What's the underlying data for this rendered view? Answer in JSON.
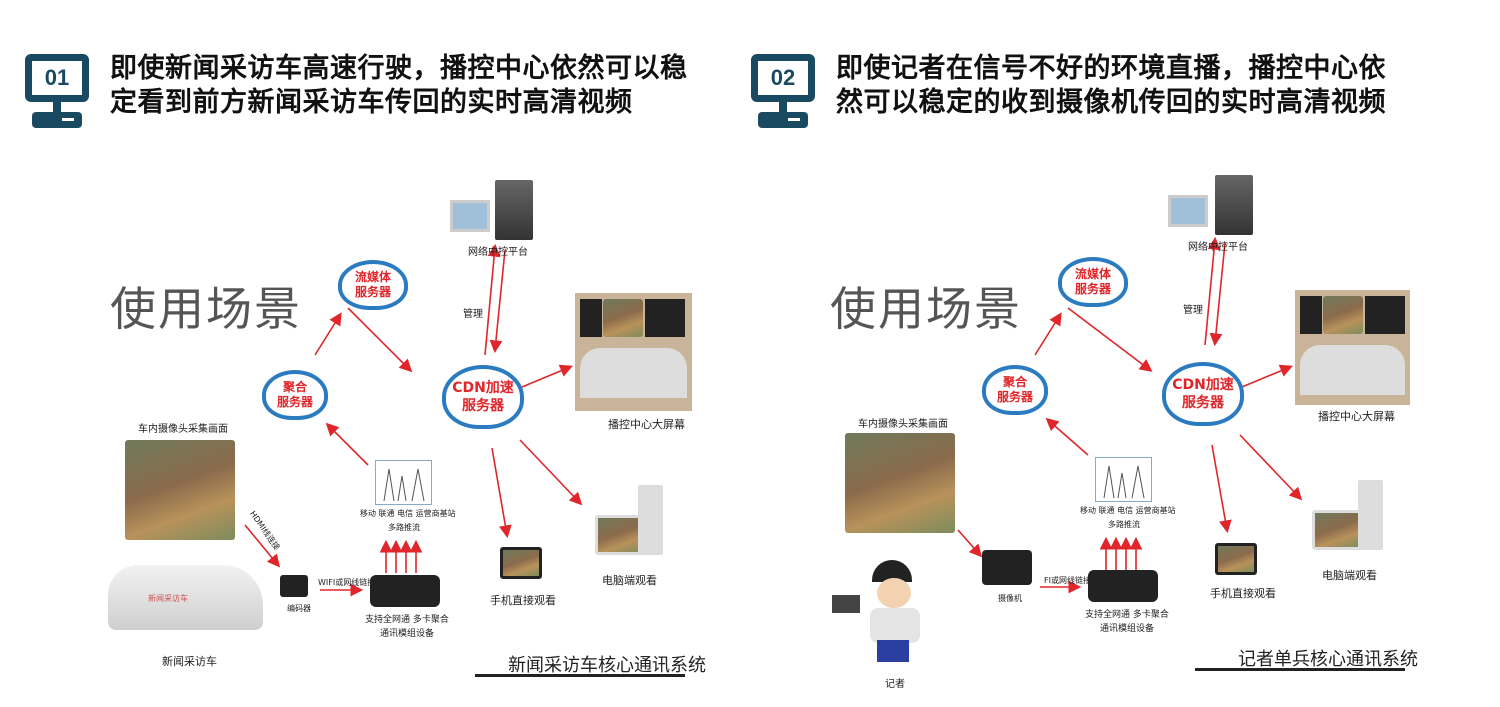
{
  "headers": [
    {
      "num": "01",
      "line1": "即使新闻采访车高速行驶，播控中心依然可以稳",
      "line2": "定看到前方新闻采访车传回的实时高清视频"
    },
    {
      "num": "02",
      "line1": "即使记者在信号不好的环境直播，播控中心依",
      "line2": "然可以稳定的收到摄像机传回的实时高清视频"
    }
  ],
  "panels": [
    {
      "scene": "使用场景",
      "platform": "网络中控平台",
      "manage": "管理",
      "stream_cloud": "流媒体\n服务器",
      "agg_cloud": "聚合\n服务器",
      "cdn_cloud": "CDN加速\n服务器",
      "big_screen": "播控中心大屏幕",
      "camera_feed": "车内摄像头采集画面",
      "towers_1": "移动 联通 电信 运营商基站",
      "towers_2": "多路推流",
      "device_1": "支持全网通 多卡聚合",
      "device_2": "通讯模组设备",
      "link": "HDMI线连接",
      "wifi": "WIFI或网线链接",
      "encoder": "编码器",
      "source": "新闻采访车",
      "phone": "手机直接观看",
      "pc": "电脑端观看",
      "system": "新闻采访车核心通讯系统",
      "van_text": "新闻采访车"
    },
    {
      "scene": "使用场景",
      "platform": "网络中控平台",
      "manage": "管理",
      "stream_cloud": "流媒体\n服务器",
      "agg_cloud": "聚合\n服务器",
      "cdn_cloud": "CDN加速\n服务器",
      "big_screen": "播控中心大屏幕",
      "camera_feed": "车内摄像头采集画面",
      "towers_1": "移动 联通 电信 运营商基站",
      "towers_2": "多路推流",
      "device_1": "支持全网通 多卡聚合",
      "device_2": "通讯模组设备",
      "wifi": "FI或网线链接",
      "encoder": "摄像机",
      "source": "记者",
      "phone": "手机直接观看",
      "pc": "电脑端观看",
      "system": "记者单兵核心通讯系统"
    }
  ],
  "colors": {
    "accent": "#1a4a62",
    "cloud": "#2b7bc0",
    "arrow": "#e0262a"
  }
}
